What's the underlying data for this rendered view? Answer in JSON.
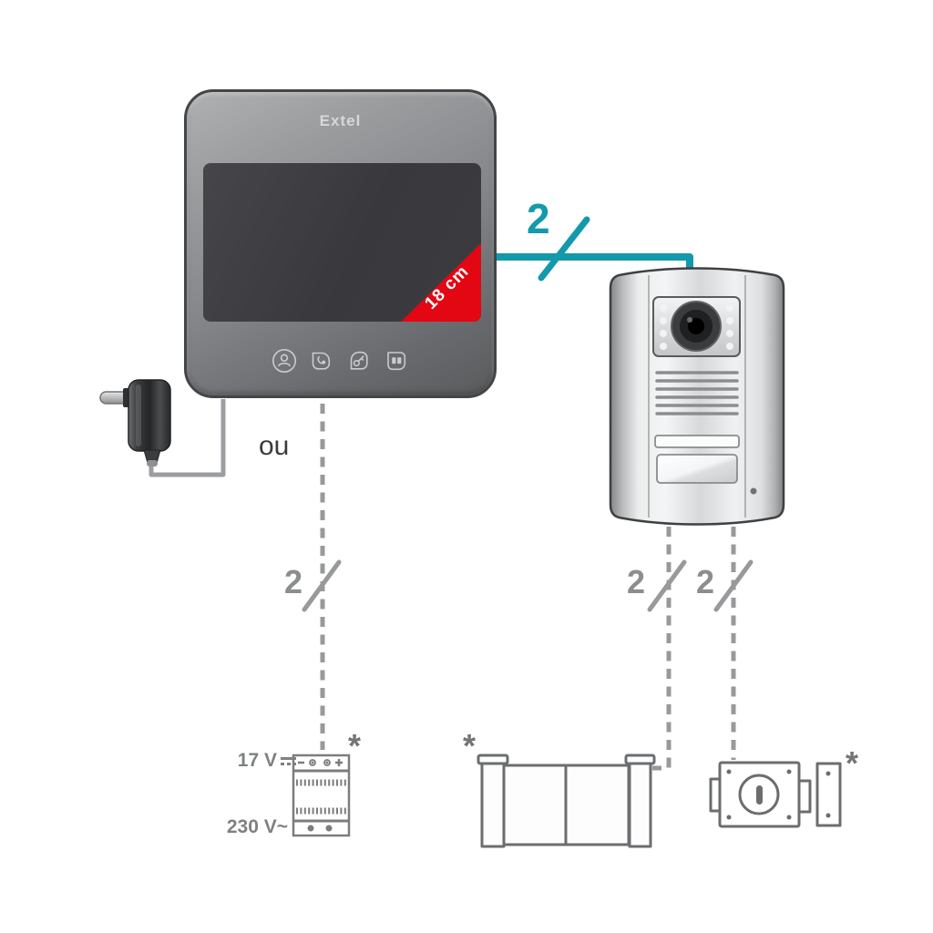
{
  "monitor": {
    "brand": "Extel",
    "badge": "18 cm",
    "buttons": [
      "person-icon",
      "phone-handset-icon",
      "key-icon",
      "gate-icon"
    ]
  },
  "labels": {
    "or": "ou"
  },
  "wires": {
    "monitor_to_door": "2",
    "monitor_to_psu": "2",
    "door_to_gate": "2",
    "door_to_lock": "2"
  },
  "psu": {
    "dc_output": "17 V",
    "ac_input": "230 V~"
  },
  "optional_marker": "*",
  "colors": {
    "accent_teal": "#1399ac",
    "badge_red": "#e30613",
    "line_gray": "#97999b",
    "label_gray": "#8b8d8f"
  },
  "icons": {
    "dc_symbol": "dc-symbol-icon",
    "optional": "asterisk-marker"
  }
}
